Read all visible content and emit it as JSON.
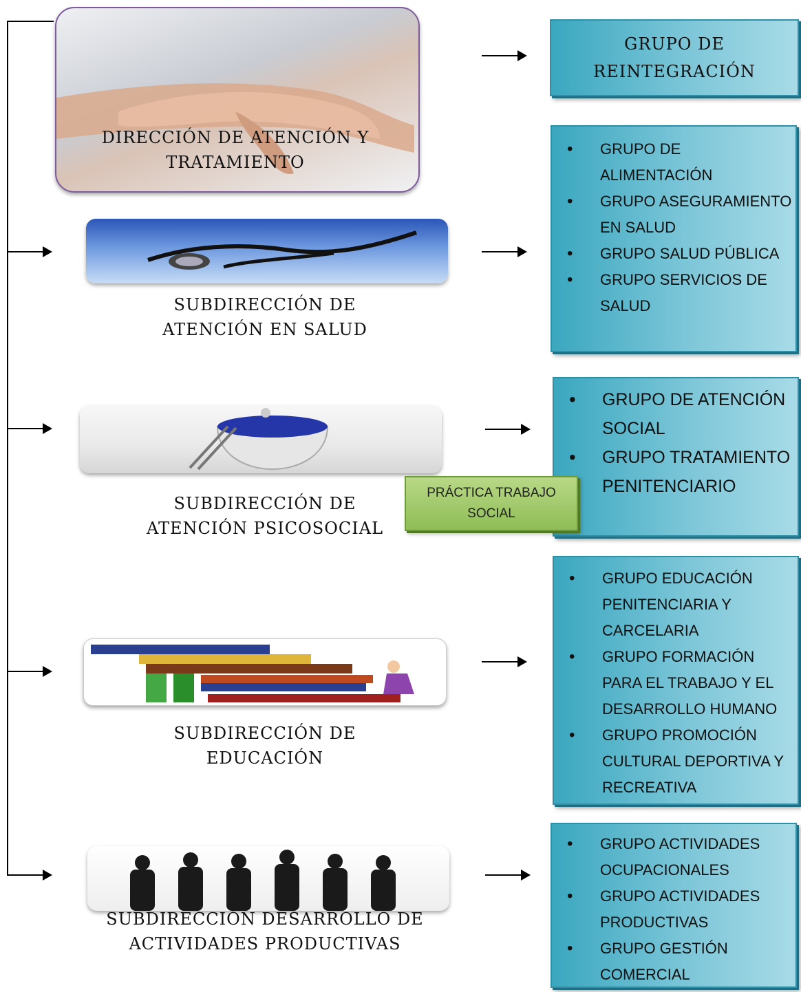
{
  "top": {
    "title": "DIRECCIÓN DE ATENCIÓN Y TRATAMIENTO",
    "group": "GRUPO DE REINTEGRACIÓN"
  },
  "branches": [
    {
      "caption": "SUBDIRECCIÓN DE ATENCIÓN EN SALUD",
      "items": [
        "GRUPO DE ALIMENTACIÓN",
        "GRUPO ASEGURAMIENTO EN SALUD",
        "GRUPO SALUD PÚBLICA",
        "GRUPO SERVICIOS DE SALUD"
      ]
    },
    {
      "caption": "SUBDIRECCIÓN DE ATENCIÓN PSICOSOCIAL",
      "items": [
        "GRUPO DE ATENCIÓN SOCIAL",
        "GRUPO TRATAMIENTO PENITENCIARIO"
      ]
    },
    {
      "caption": "SUBDIRECCIÓN DE EDUCACIÓN",
      "items": [
        "GRUPO EDUCACIÓN PENITENCIARIA Y CARCELARIA",
        "GRUPO FORMACIÓN PARA EL TRABAJO Y EL DESARROLLO HUMANO",
        "GRUPO PROMOCIÓN CULTURAL DEPORTIVA Y RECREATIVA"
      ]
    },
    {
      "caption": "SUBDIRECCIÓN DESARROLLO DE ACTIVIDADES PRODUCTIVAS",
      "items": [
        "GRUPO ACTIVIDADES OCUPACIONALES",
        "GRUPO ACTIVIDADES PRODUCTIVAS",
        "GRUPO GESTIÓN COMERCIAL"
      ]
    }
  ],
  "note": "PRÁCTICA TRABAJO SOCIAL",
  "icons": [
    "hands-image",
    "stethoscope-image",
    "head-pool-image",
    "books-image",
    "people-group-image"
  ],
  "colors": {
    "box": "#5cb6cc",
    "note": "#9cc56a",
    "frame": "#7e5b9b"
  }
}
